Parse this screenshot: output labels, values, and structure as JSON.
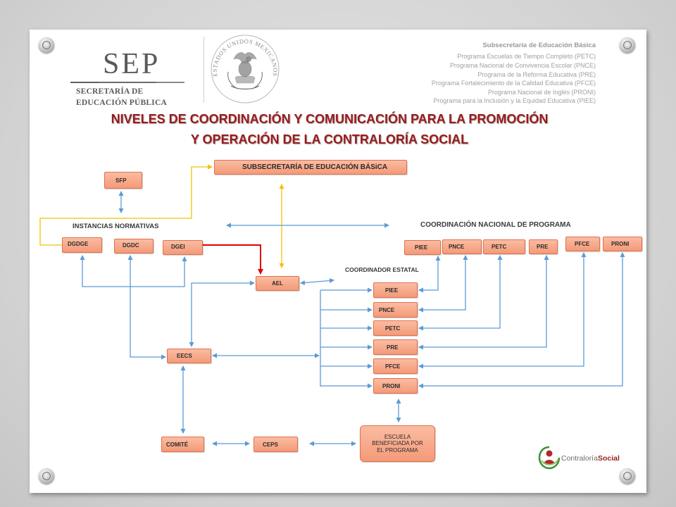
{
  "header": {
    "sep_logo": {
      "acronym": "SEP",
      "line1": "SECRETARÍA DE",
      "line2": "EDUCACIÓN PÚBLICA"
    },
    "seal_text": "ESTADOS UNIDOS MEXICANOS",
    "subsecretaria": "Subsecretaría de Educación Básica",
    "programs": [
      "Programa Escuelas de Tiempo Completo (PETC)",
      "Programa Nacional de Convivencia Escolar (PNCE)",
      "Programa de la Reforma Educativa (PRE)",
      "Programa Fortalecimiento de la Calidad Educativa (PFCE)",
      "Programa Nacional de Inglés (PRONI)",
      "Programa para la Inclusión y la Equidad Educativa (PIEE)"
    ]
  },
  "title": {
    "line1": "NIVELES DE COORDINACIÓN Y COMUNICACIÓN PARA LA PROMOCIÓN",
    "line2": "Y OPERACIÓN DE LA CONTRALORÍA SOCIAL"
  },
  "diagram": {
    "subsecretaria_box": "SUBSECRETARÍA DE EDUCACIÓN BÁSiCA",
    "sfp": "SFP",
    "instancias_label": "INSTANCIAS NORMATIVAS",
    "coordinacion_label": "COORDINACIÓN NACIONAL DE PROGRAMA",
    "instancias": [
      "DGDGE",
      "DGDC",
      "DGEI"
    ],
    "nacional_programs": [
      "PIEE",
      "PNCE",
      "PETC",
      "PRE",
      "PFCE",
      "PRONI"
    ],
    "coordinador_label": "COORDINADOR ESTATAL",
    "ael": "AEL",
    "estatal_programs": [
      "PIEE",
      "PNCE",
      "PETC",
      "PRE",
      "PFCE",
      "PRONI"
    ],
    "eecs": "EECS",
    "comite": "COMITÉ",
    "ceps": "CEPS",
    "escuela": [
      "ESCUELA",
      "BENEFICIADA POR",
      "EL PROGRAMA"
    ]
  },
  "footer_logo": {
    "part1": "Contraloría",
    "part2": "Social"
  },
  "colors": {
    "title": "#9a1b1b",
    "box_fill": "#f49a78",
    "box_border": "#e0704c",
    "blue_line": "#5b9bd5",
    "yellow_line": "#f2c200",
    "red_line": "#e00000",
    "logo_social": "#9a1b1b"
  }
}
